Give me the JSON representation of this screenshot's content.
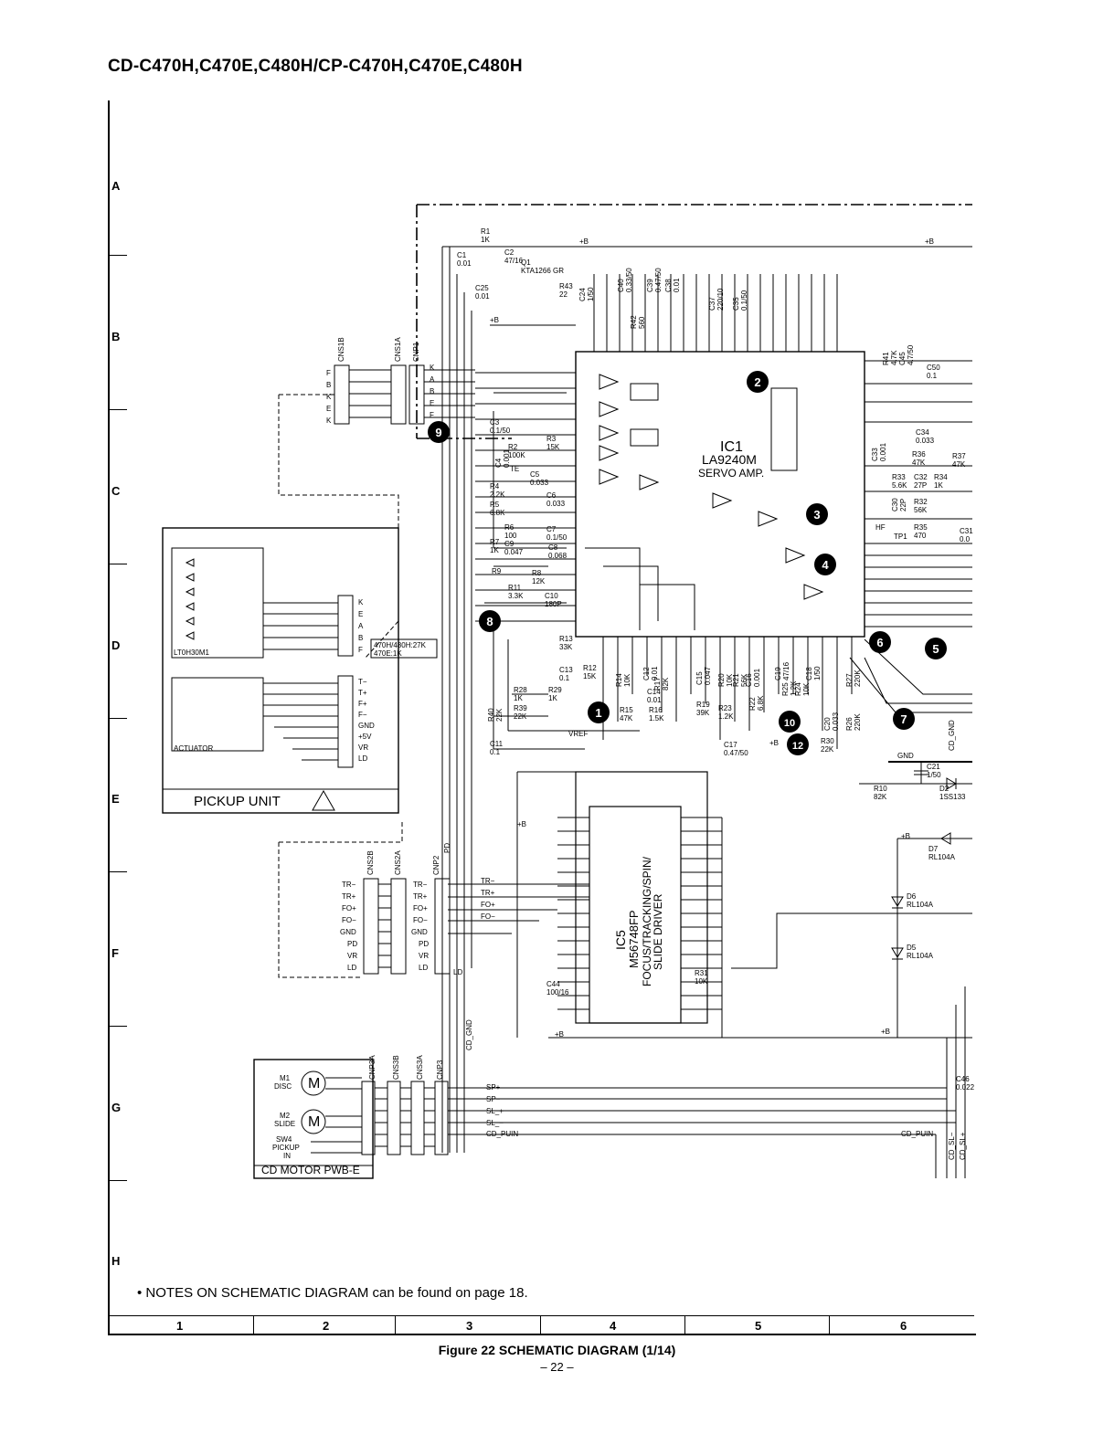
{
  "header": {
    "title": "CD-C470H,C470E,C480H/CP-C470H,C470E,C480H"
  },
  "grid": {
    "rows": [
      "A",
      "B",
      "C",
      "D",
      "E",
      "F",
      "G",
      "H"
    ],
    "columns": [
      "1",
      "2",
      "3",
      "4",
      "5",
      "6"
    ]
  },
  "blocks": {
    "pickup_unit": "PICKUP UNIT",
    "lens_model": "LT0H30M1",
    "actuator": "ACTUATOR",
    "motor_pwb": "CD MOTOR PWB-E",
    "ic1_name": "IC1",
    "ic1_part": "LA9240M",
    "ic1_func": "SERVO AMP.",
    "ic5_name": "IC5",
    "ic5_part": "M56748FP",
    "ic5_func1": "FOCUS/TRACKING/SPIN/",
    "ic5_func2": "SLIDE DRIVER",
    "model_note1": "470H/480H:27K",
    "model_note2": "470E:1K"
  },
  "connectors": {
    "cns1b": "CNS1B",
    "cns1a": "CNS1A",
    "cnp1": "CNP1",
    "cns2b": "CNS2B",
    "cns2a": "CNS2A",
    "cnp2": "CNP2",
    "cnp3a": "CNP3A",
    "cns3b": "CNS3B",
    "cns3a": "CNS3A",
    "cnp3": "CNP3",
    "pins1": [
      "F",
      "B",
      "K",
      "E",
      "K"
    ],
    "pins1_right": [
      "K",
      "A",
      "B",
      "E",
      "F"
    ],
    "pins2": [
      "TR−",
      "TR+",
      "FO+",
      "FO−",
      "GND",
      "PD",
      "VR",
      "LD"
    ],
    "pins_pickup": [
      "K",
      "E",
      "A",
      "B",
      "F"
    ],
    "pins_pickup2": [
      "T−",
      "T+",
      "F+",
      "F−",
      "GND",
      "+5V",
      "VR",
      "LD"
    ]
  },
  "motors": {
    "m1": "M1",
    "m1_label": "DISC",
    "m2": "M2",
    "m2_label": "SLIDE",
    "sw4": "SW4",
    "sw4_label1": "PICKUP",
    "sw4_label2": "IN",
    "m_symbol": "M"
  },
  "nets": {
    "plus_b": "+B",
    "vref": "VREF",
    "gnd": "GND",
    "cd_gnd": "CD_GND",
    "cd_puin": "CD_PUIN",
    "pd": "PD",
    "ld": "LD",
    "te": "TE",
    "hf": "HF",
    "tp1": "TP1",
    "sp_plus": "SP+",
    "sp_minus": "SP−",
    "sl_plus": "SL_+",
    "sl_minus": "SL_−",
    "tr_minus": "TR−",
    "tr_plus": "TR+",
    "fo_plus": "FO+",
    "fo_minus": "FO−",
    "cd_sl_minus": "CD_SL−",
    "cd_sl_plus": "CD_SL+"
  },
  "components": [
    {
      "ref": "R1",
      "val": "1K"
    },
    {
      "ref": "C1",
      "val": "0.01"
    },
    {
      "ref": "C2",
      "val": "47/16"
    },
    {
      "ref": "Q1",
      "val": "KTA1266 GR"
    },
    {
      "ref": "C25",
      "val": "0.01"
    },
    {
      "ref": "R43",
      "val": "22"
    },
    {
      "ref": "C24",
      "val": "1/50"
    },
    {
      "ref": "C40",
      "val": "0.33/50"
    },
    {
      "ref": "R42",
      "val": "560"
    },
    {
      "ref": "C39",
      "val": "0.47/50"
    },
    {
      "ref": "C38",
      "val": "0.01"
    },
    {
      "ref": "C37",
      "val": "220/10"
    },
    {
      "ref": "C35",
      "val": "0.1/50"
    },
    {
      "ref": "R41",
      "val": "4.7K"
    },
    {
      "ref": "C45",
      "val": "4.7/50"
    },
    {
      "ref": "C50",
      "val": "0.1"
    },
    {
      "ref": "C3",
      "val": "0.1/50"
    },
    {
      "ref": "R2",
      "val": "100K"
    },
    {
      "ref": "R3",
      "val": "15K"
    },
    {
      "ref": "C4",
      "val": "0.001"
    },
    {
      "ref": "R4",
      "val": "2.2K"
    },
    {
      "ref": "C5",
      "val": "0.033"
    },
    {
      "ref": "C6",
      "val": "0.033"
    },
    {
      "ref": "R5",
      "val": "6.8K"
    },
    {
      "ref": "R6",
      "val": "100"
    },
    {
      "ref": "C7",
      "val": "0.1/50"
    },
    {
      "ref": "R7",
      "val": "1K"
    },
    {
      "ref": "C9",
      "val": "0.047"
    },
    {
      "ref": "C8",
      "val": "0.068"
    },
    {
      "ref": "R8",
      "val": "12K"
    },
    {
      "ref": "R9",
      "val": ""
    },
    {
      "ref": "R11",
      "val": "3.3K"
    },
    {
      "ref": "C10",
      "val": "180P"
    },
    {
      "ref": "C34",
      "val": "0.033"
    },
    {
      "ref": "R36",
      "val": "47K"
    },
    {
      "ref": "R37",
      "val": "47K"
    },
    {
      "ref": "C33",
      "val": "0.001"
    },
    {
      "ref": "R33",
      "val": "5.6K"
    },
    {
      "ref": "C32",
      "val": "27P"
    },
    {
      "ref": "R34",
      "val": "1K"
    },
    {
      "ref": "C30",
      "val": "22P"
    },
    {
      "ref": "R32",
      "val": "56K"
    },
    {
      "ref": "R35",
      "val": "470"
    },
    {
      "ref": "C31",
      "val": "0.0"
    },
    {
      "ref": "R13",
      "val": "33K"
    },
    {
      "ref": "C13",
      "val": "0.1"
    },
    {
      "ref": "R12",
      "val": "15K"
    },
    {
      "ref": "R14",
      "val": "10K"
    },
    {
      "ref": "C12",
      "val": "0.01"
    },
    {
      "ref": "R17",
      "val": "82K"
    },
    {
      "ref": "C14",
      "val": "0.01"
    },
    {
      "ref": "R15",
      "val": "47K"
    },
    {
      "ref": "R16",
      "val": "1.5K"
    },
    {
      "ref": "C15",
      "val": "0.047"
    },
    {
      "ref": "R20",
      "val": "10K"
    },
    {
      "ref": "R21",
      "val": "56K"
    },
    {
      "ref": "C16",
      "val": "0.001"
    },
    {
      "ref": "R19",
      "val": "39K"
    },
    {
      "ref": "R23",
      "val": "1.2K"
    },
    {
      "ref": "R22",
      "val": "6.8K"
    },
    {
      "ref": "R25",
      "val": "1.2K"
    },
    {
      "ref": "C19",
      "val": "47/16"
    },
    {
      "ref": "R24",
      "val": "10K"
    },
    {
      "ref": "C18",
      "val": "1/50"
    },
    {
      "ref": "C17",
      "val": "0.47/50"
    },
    {
      "ref": "C20",
      "val": "0.033"
    },
    {
      "ref": "R27",
      "val": "220K"
    },
    {
      "ref": "R26",
      "val": "220K"
    },
    {
      "ref": "R30",
      "val": "22K"
    },
    {
      "ref": "R28",
      "val": "1K"
    },
    {
      "ref": "R29",
      "val": "1K"
    },
    {
      "ref": "R40",
      "val": "22K"
    },
    {
      "ref": "R39",
      "val": "22K"
    },
    {
      "ref": "C11",
      "val": "0.1"
    },
    {
      "ref": "C21",
      "val": "1/50"
    },
    {
      "ref": "R10",
      "val": "82K"
    },
    {
      "ref": "D2",
      "val": "1SS133"
    },
    {
      "ref": "D7",
      "val": "RL104A"
    },
    {
      "ref": "D6",
      "val": "RL104A"
    },
    {
      "ref": "D5",
      "val": "RL104A"
    },
    {
      "ref": "R31",
      "val": "10K"
    },
    {
      "ref": "C44",
      "val": "100/16"
    },
    {
      "ref": "C46",
      "val": "0.022"
    }
  ],
  "markers": [
    "1",
    "2",
    "3",
    "4",
    "5",
    "6",
    "7",
    "8",
    "9",
    "10",
    "12"
  ],
  "notes": "• NOTES ON SCHEMATIC DIAGRAM can be found on page 18.",
  "footer": {
    "caption": "Figure 22 SCHEMATIC DIAGRAM (1/14)",
    "page": "– 22 –"
  }
}
